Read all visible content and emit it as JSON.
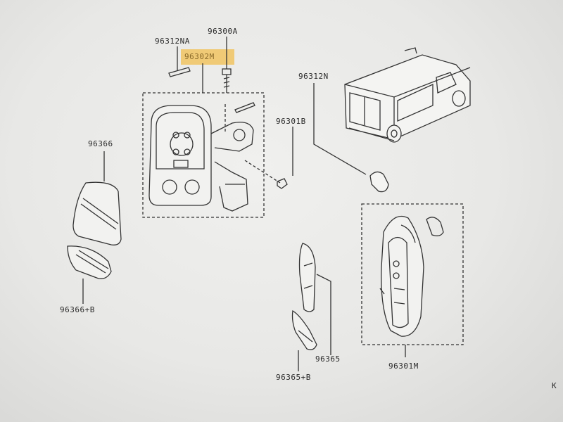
{
  "parts": {
    "p96312NA": "96312NA",
    "p96300A": "96300A",
    "p96302M": "96302M",
    "p96312N": "96312N",
    "p96301B": "96301B",
    "p96366": "96366",
    "p96366B": "96366+B",
    "p96365": "96365",
    "p96365B": "96365+B",
    "p96301M": "96301M"
  },
  "corner_text": "K",
  "highlight_color": "#f0c870"
}
